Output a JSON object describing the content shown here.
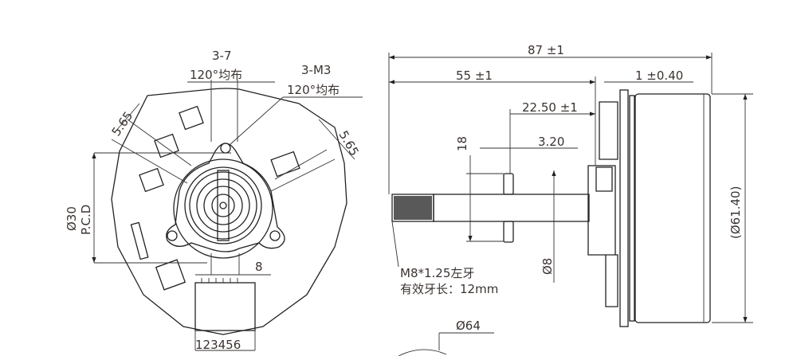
{
  "front_view": {
    "hole_count_label": "3-7",
    "hole_spacing_label": "120°均布",
    "thread_count_label": "3-M3",
    "thread_spacing_label": "120°均布",
    "dim_left_angle": "5.65",
    "dim_right_angle": "5.65",
    "pcd_diameter": "Ø30",
    "pcd_label": "P.C.D",
    "dim_slot": "8",
    "connector_pins": "123456"
  },
  "side_view": {
    "overall_length": "87 ±1",
    "shaft_length": "55 ±1",
    "flange_gap": "1 ±0.40",
    "pin_offset": "22.50 ±1",
    "pin_width": "3.20",
    "pin_span": "18",
    "shaft_diameter": "Ø8",
    "body_diameter": "(Ø61.40)",
    "thread_spec": "M8*1.25左牙",
    "thread_length": "有效牙长：12mm",
    "outer_diameter": "Ø64"
  }
}
